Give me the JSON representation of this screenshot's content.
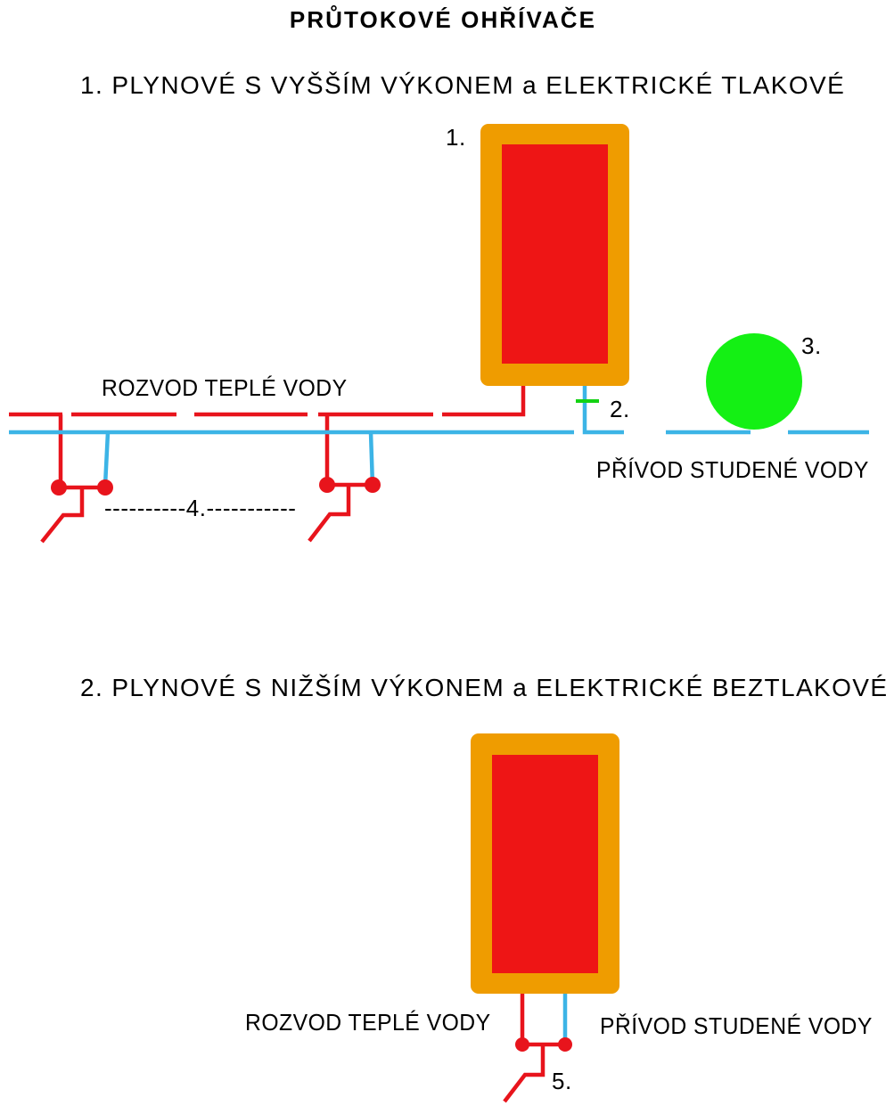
{
  "title": "PRŮTOKOVÉ OHŘÍVAČE",
  "section1": {
    "heading": "1. PLYNOVÉ S VYŠŠÍM VÝKONEM a ELEKTRICKÉ TLAKOVÉ",
    "hot_water_label": "ROZVOD TEPLÉ VODY",
    "cold_water_label": "PŘÍVOD STUDENÉ VODY",
    "marker_heater": "1.",
    "marker_valve": "2.",
    "marker_meter": "3.",
    "marker_taps": "----------4.-----------"
  },
  "section2": {
    "heading": "2. PLYNOVÉ S NIŽŠÍM VÝKONEM a ELEKTRICKÉ BEZTLAKOVÉ",
    "hot_water_label": "ROZVOD TEPLÉ VODY",
    "cold_water_label": "PŘÍVOD STUDENÉ VODY",
    "marker_tap": "5."
  },
  "colors": {
    "hot_pipe": "#e8141c",
    "cold_pipe": "#3cb4e6",
    "heater_frame": "#ef9c00",
    "heater_core": "#ee1515",
    "meter": "#14f014",
    "valve": "#14d214"
  }
}
